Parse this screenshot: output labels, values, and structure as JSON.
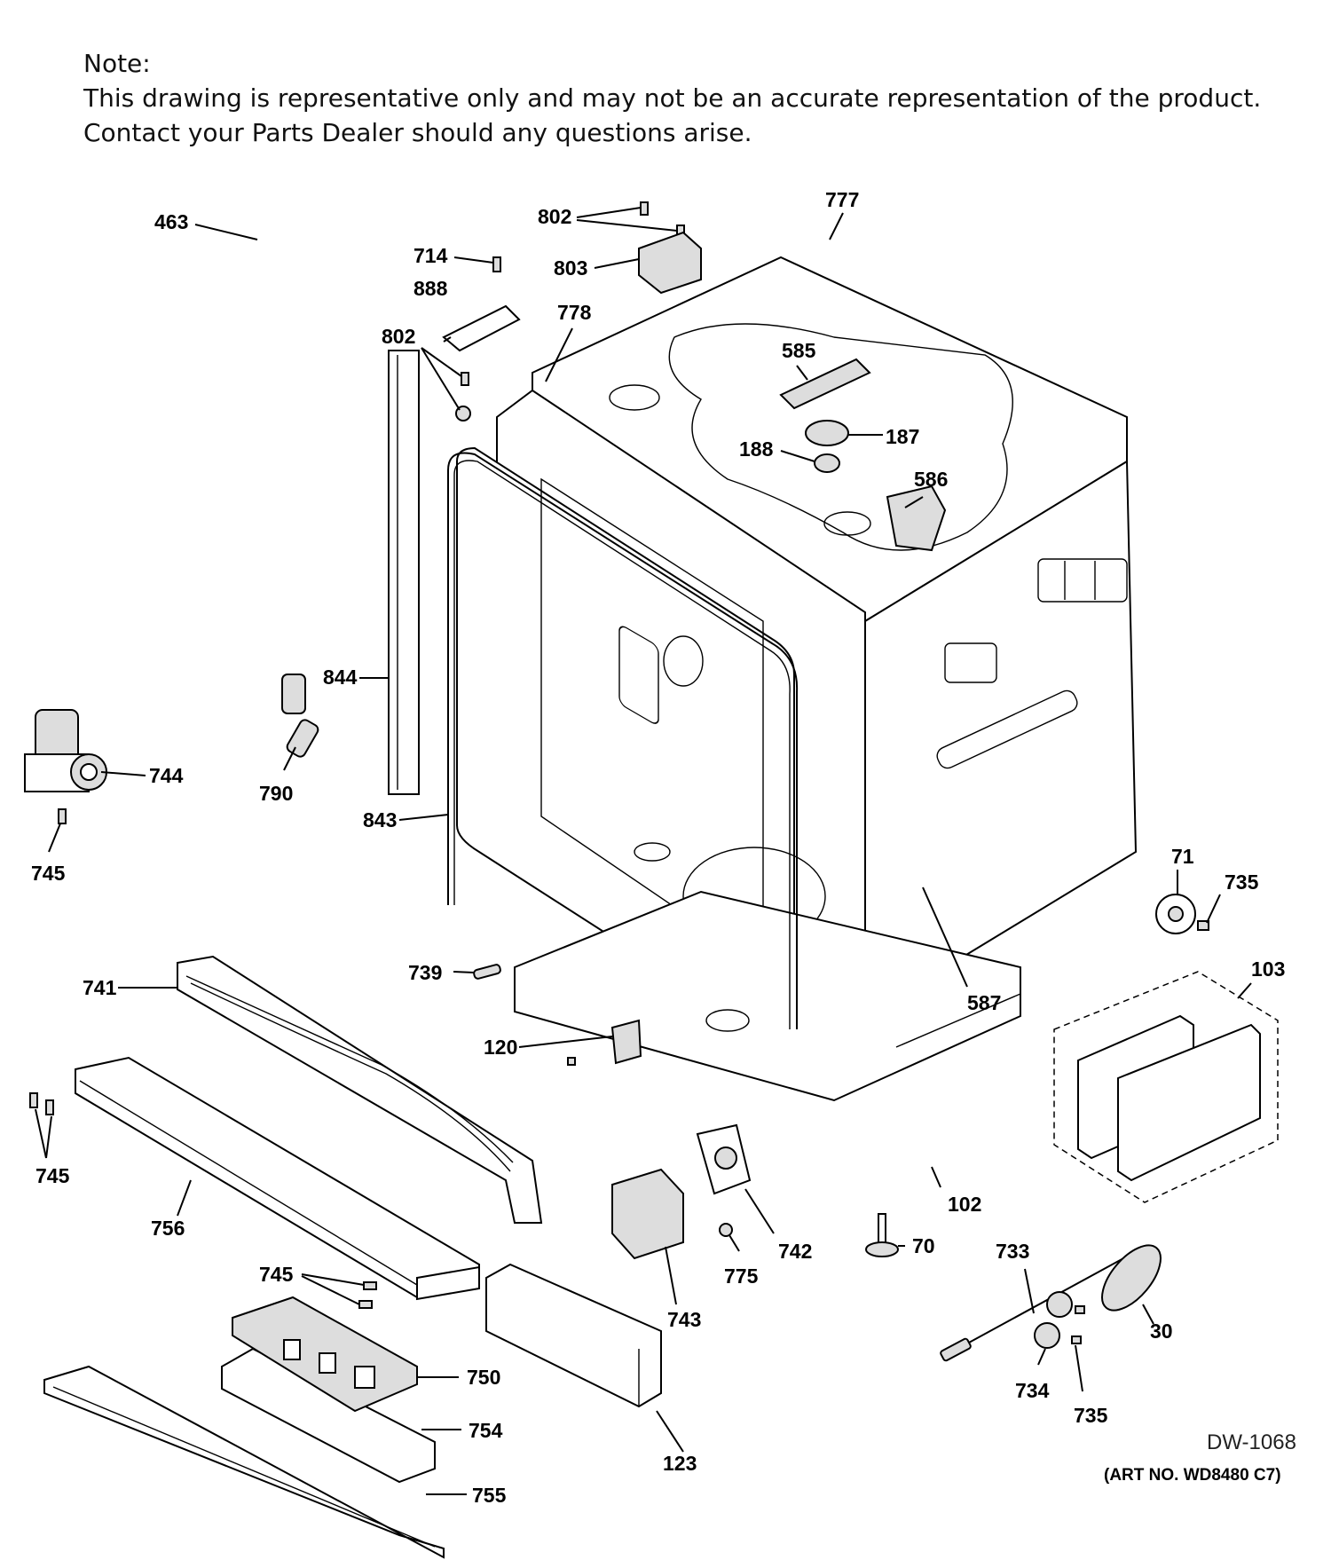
{
  "note": {
    "heading": "Note:",
    "line1": "This drawing is representative only and may not be an accurate representation of the product.",
    "line2": "Contact your Parts Dealer should any questions arise."
  },
  "drawing_code": "DW-1068",
  "art_number": "(ART NO. WD8480 C7)",
  "parts": [
    {
      "id": "463",
      "label": "463"
    },
    {
      "id": "714",
      "label": "714"
    },
    {
      "id": "802a",
      "label": "802"
    },
    {
      "id": "803",
      "label": "803"
    },
    {
      "id": "777",
      "label": "777"
    },
    {
      "id": "888",
      "label": "888"
    },
    {
      "id": "778",
      "label": "778"
    },
    {
      "id": "802b",
      "label": "802"
    },
    {
      "id": "585",
      "label": "585"
    },
    {
      "id": "187",
      "label": "187"
    },
    {
      "id": "188",
      "label": "188"
    },
    {
      "id": "586",
      "label": "586"
    },
    {
      "id": "844",
      "label": "844"
    },
    {
      "id": "744",
      "label": "744"
    },
    {
      "id": "790",
      "label": "790"
    },
    {
      "id": "843",
      "label": "843"
    },
    {
      "id": "745a",
      "label": "745"
    },
    {
      "id": "71",
      "label": "71"
    },
    {
      "id": "735a",
      "label": "735"
    },
    {
      "id": "739",
      "label": "739"
    },
    {
      "id": "741",
      "label": "741"
    },
    {
      "id": "103",
      "label": "103"
    },
    {
      "id": "587",
      "label": "587"
    },
    {
      "id": "120",
      "label": "120"
    },
    {
      "id": "745b",
      "label": "745"
    },
    {
      "id": "756",
      "label": "756"
    },
    {
      "id": "102",
      "label": "102"
    },
    {
      "id": "742",
      "label": "742"
    },
    {
      "id": "70",
      "label": "70"
    },
    {
      "id": "745c",
      "label": "745"
    },
    {
      "id": "775",
      "label": "775"
    },
    {
      "id": "743",
      "label": "743"
    },
    {
      "id": "733",
      "label": "733"
    },
    {
      "id": "30",
      "label": "30"
    },
    {
      "id": "750",
      "label": "750"
    },
    {
      "id": "734",
      "label": "734"
    },
    {
      "id": "735b",
      "label": "735"
    },
    {
      "id": "754",
      "label": "754"
    },
    {
      "id": "123",
      "label": "123"
    },
    {
      "id": "755",
      "label": "755"
    }
  ]
}
